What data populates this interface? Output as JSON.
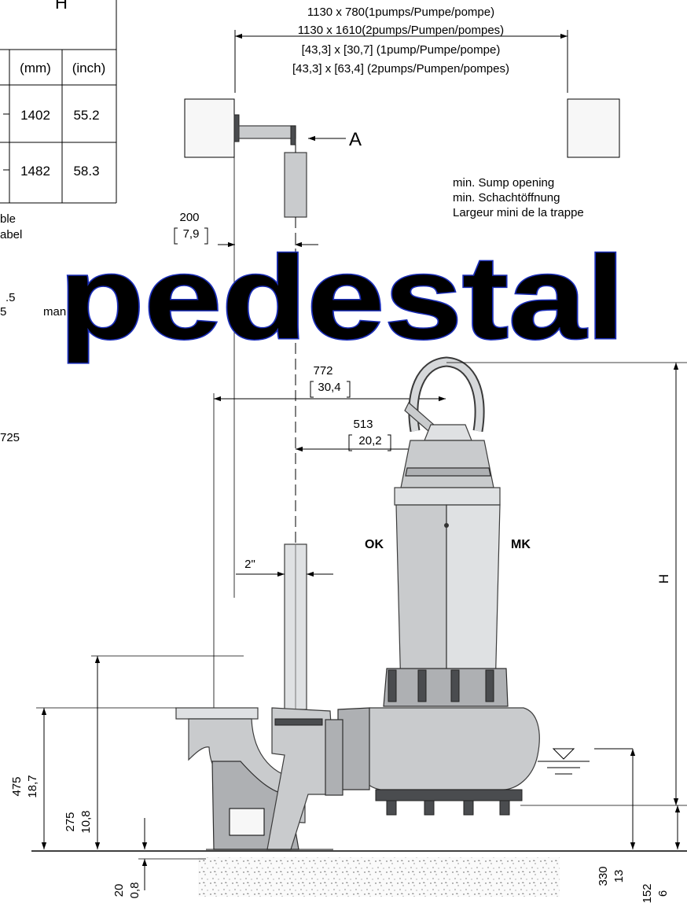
{
  "table": {
    "header_letter": "H",
    "unit_mm": "(mm)",
    "unit_inch": "(inch)",
    "rows": [
      {
        "mm": "1402",
        "inch": "55.2"
      },
      {
        "mm": "1482",
        "inch": "58.3"
      }
    ],
    "note_line1": "ble",
    "note_line2": "abel",
    "fragment_1": ".5",
    "fragment_2": "5",
    "fragment_3": "man",
    "fragment_4": "725"
  },
  "sump_opening_dims": {
    "line1": "1130 x 780(1pumps/Pumpe/pompe)",
    "line2": "1130 x 1610(2pumps/Pumpen/pompes)",
    "line3": "[43,3] x [30,7] (1pump/Pumpe/pompe)",
    "line4": "[43,3] x [63,4] (2pumps/Pumpen/pompes)"
  },
  "view_marker": "A",
  "sump_label": {
    "line1": "min. Sump opening",
    "line2": "min. Schachtöffnung",
    "line3": "Largeur mini de la trappe"
  },
  "dims": {
    "d200_mm": "200",
    "d200_in": "7,9",
    "d772_mm": "772",
    "d772_in": "30,4",
    "d513_mm": "513",
    "d513_in": "20,2",
    "pipe_size": "2\"",
    "h_label": "H",
    "d475_mm": "475",
    "d475_in": "18,7",
    "d275_mm": "275",
    "d275_in": "10,8",
    "d20_mm": "20",
    "d20_in": "0,8",
    "d330_mm": "330",
    "d330_in": "13",
    "d152_mm": "152",
    "d152_in": "6"
  },
  "labels": {
    "ok": "OK",
    "mk": "MK"
  },
  "watermark": {
    "text": "pedestal",
    "color": "#ff0000"
  }
}
